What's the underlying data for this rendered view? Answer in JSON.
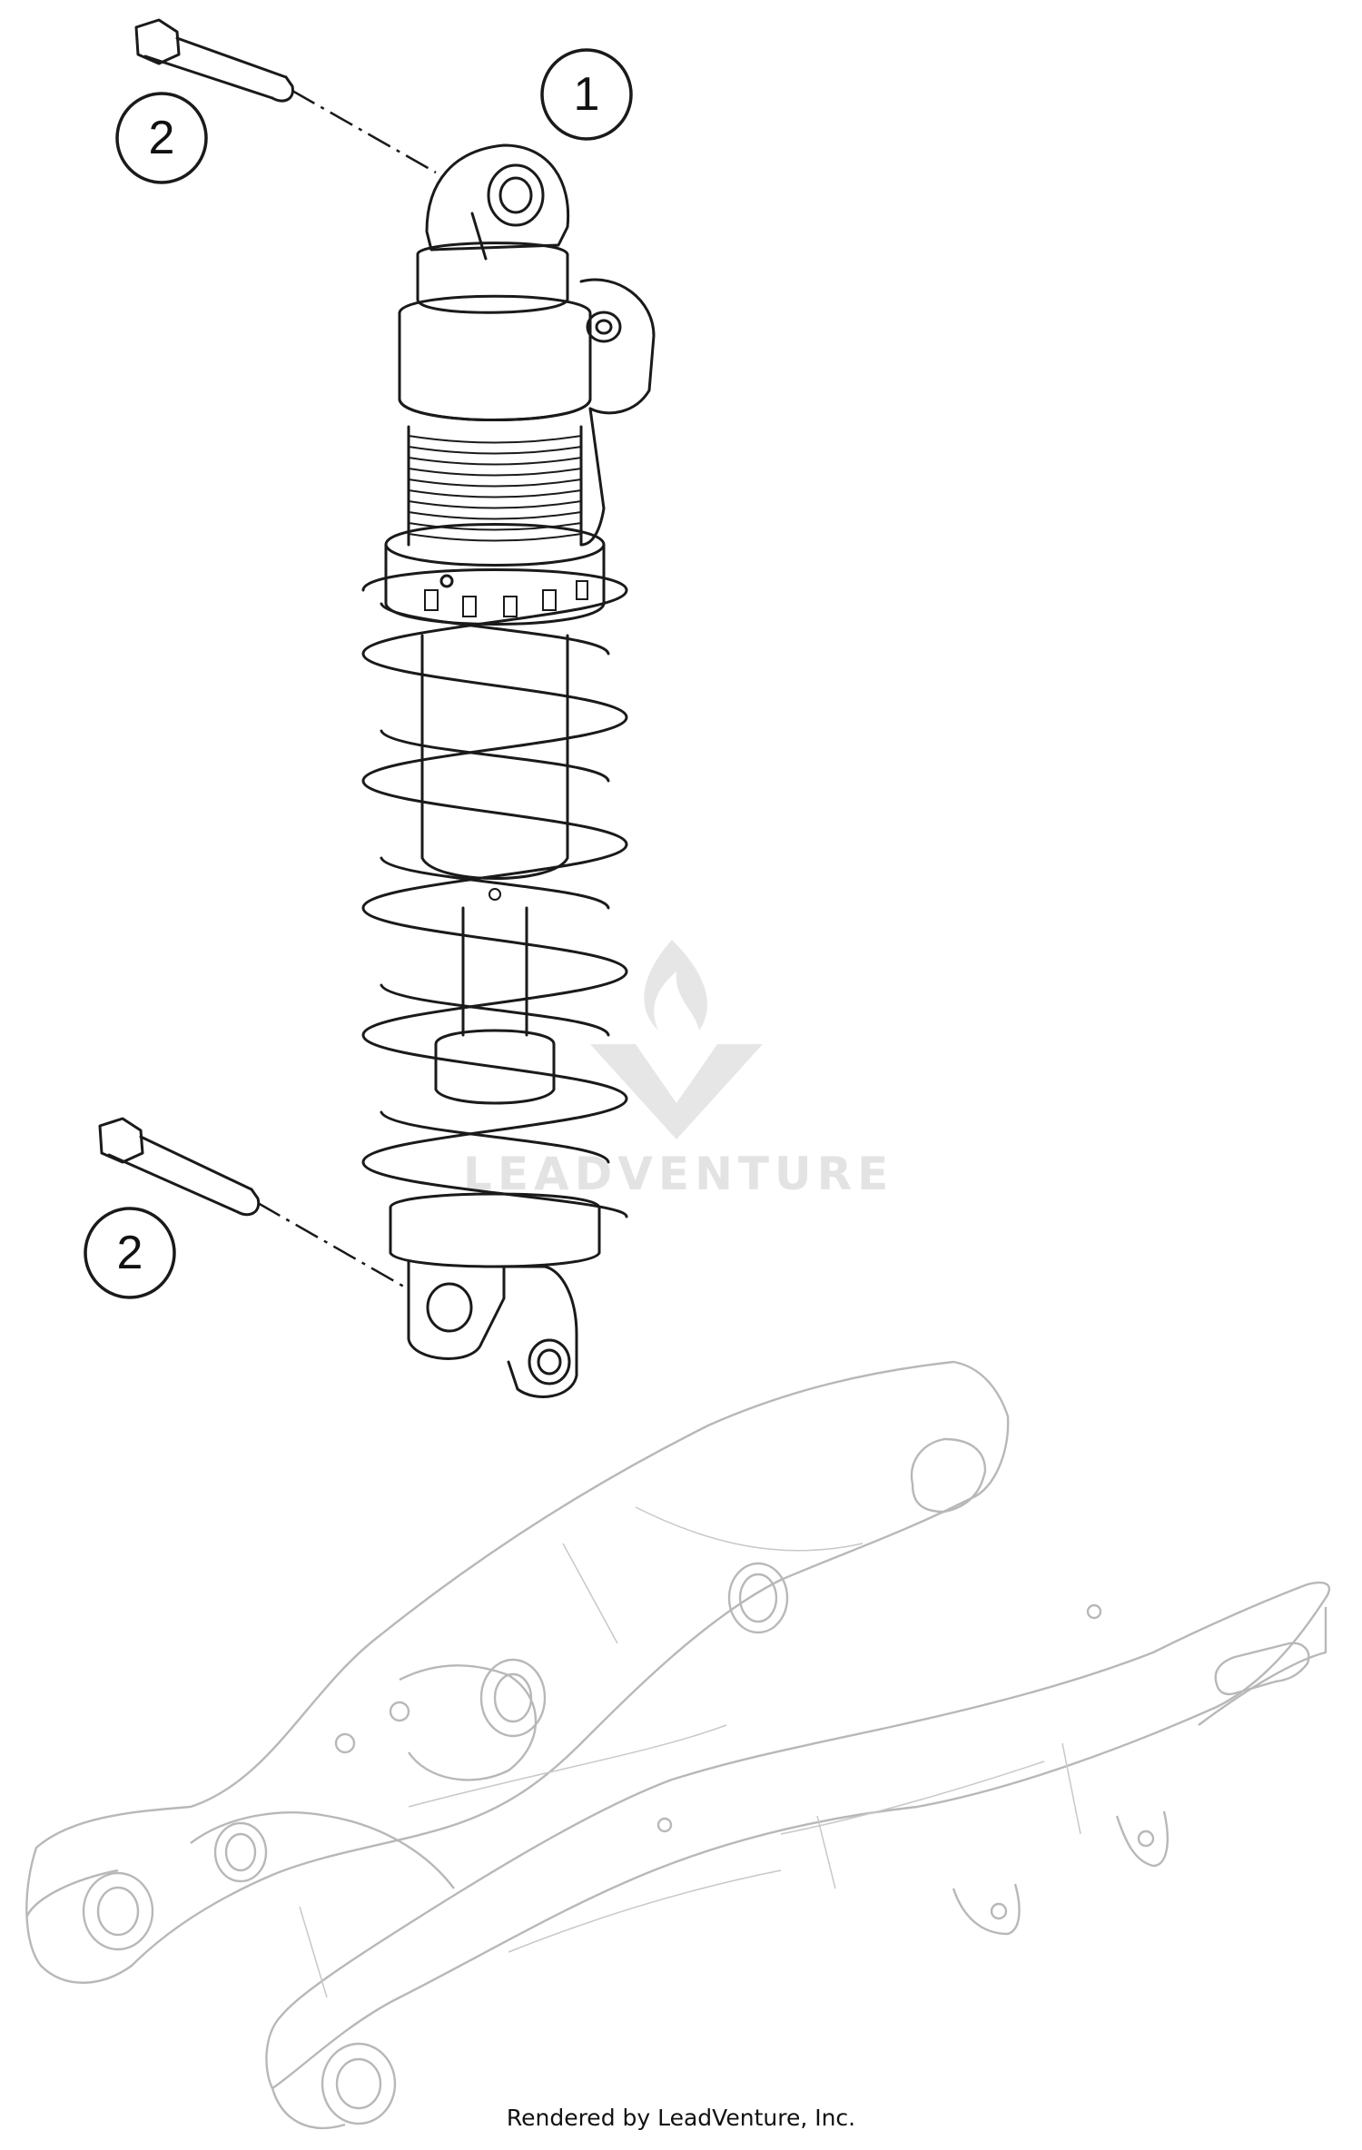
{
  "callouts": [
    {
      "id": "shock-absorber",
      "number": "1"
    },
    {
      "id": "top-bolt",
      "number": "2"
    },
    {
      "id": "bottom-bolt",
      "number": "2"
    }
  ],
  "watermark": {
    "text": "LEADVENTURE"
  },
  "footer": {
    "text": "Rendered by LeadVenture, Inc."
  }
}
